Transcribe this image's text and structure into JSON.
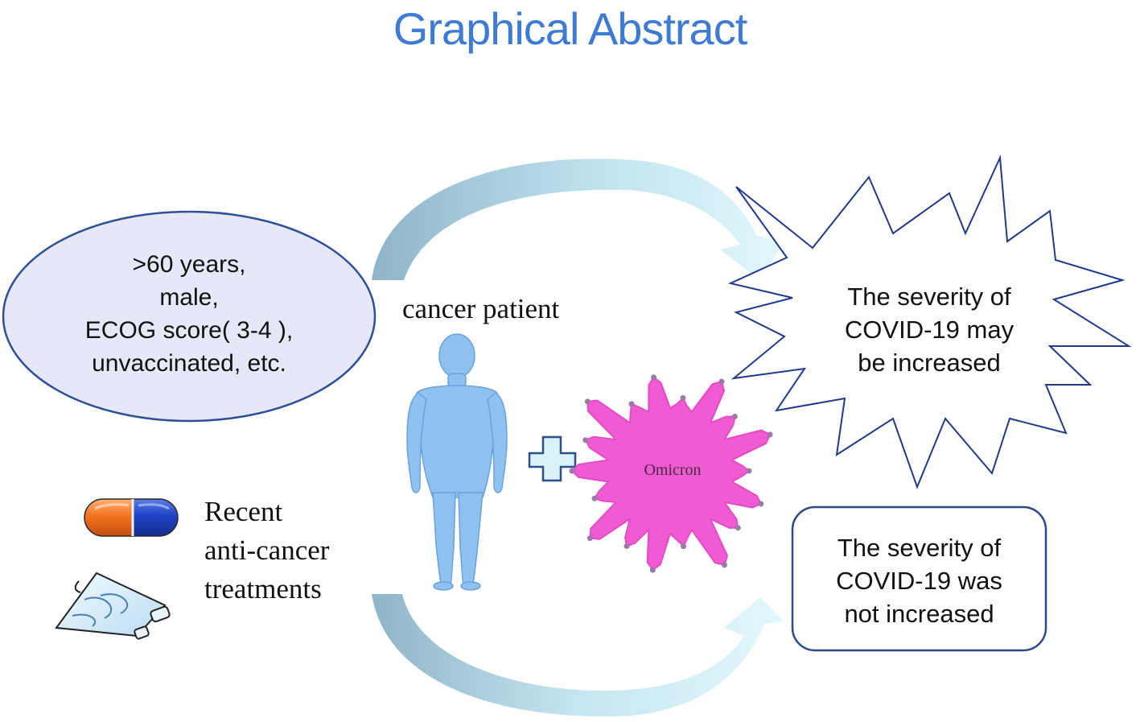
{
  "title": "Graphical Abstract",
  "risk_factors": {
    "lines": [
      ">60 years,",
      "male,",
      "ECOG score( 3-4 ),",
      "unvaccinated, etc."
    ]
  },
  "patient_label": "cancer patient",
  "virus_label": "Omicron",
  "treatments": {
    "lines": [
      "Recent",
      "anti-cancer",
      "treatments"
    ]
  },
  "outcome_increased": {
    "lines": [
      "The severity of",
      "COVID-19 may",
      "be increased"
    ]
  },
  "outcome_not_increased": {
    "lines": [
      "The severity of",
      "COVID-19 was",
      "not increased"
    ]
  },
  "colors": {
    "title": "#3f7bd3",
    "ellipse_fill": "#e6e8f7",
    "ellipse_stroke": "#2f4f96",
    "body_fill": "#8ec1ef",
    "virus_fill": "#f05ad2",
    "virus_tips": "#9a7aa8",
    "plus_fill": "#d9f3f8",
    "plus_stroke": "#2d4f8a",
    "arrow_dark": "#8fb4c7",
    "arrow_light": "#dff6fb",
    "box_stroke": "#2e4a86",
    "star_stroke": "#1f3a8a"
  },
  "icons": [
    "capsule-icon",
    "iv-bag-icon",
    "human-body-icon",
    "virus-icon",
    "plus-icon",
    "arrow-top-icon",
    "arrow-bottom-icon",
    "burst-star-icon"
  ]
}
